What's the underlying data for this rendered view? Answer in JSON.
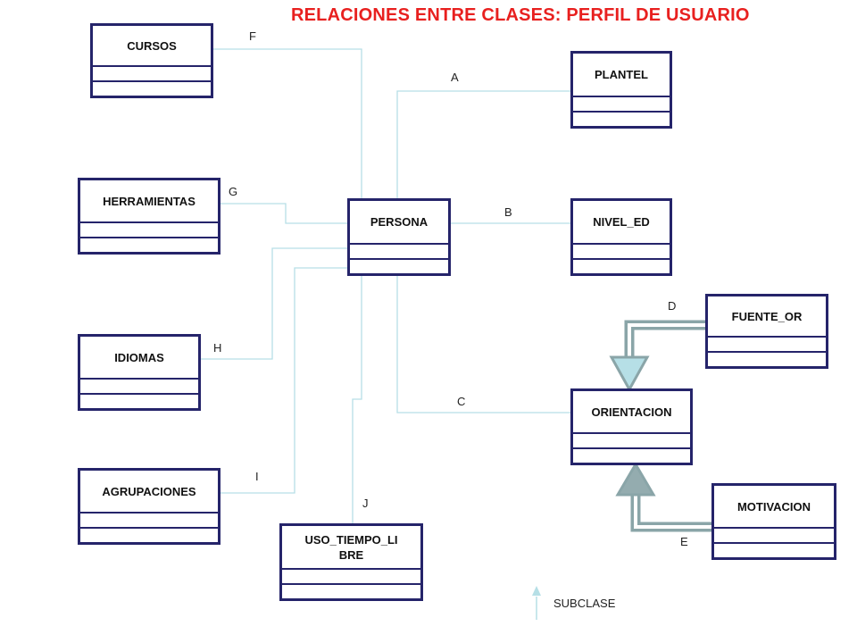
{
  "title": "RELACIONES ENTRE CLASES: PERFIL DE USUARIO",
  "classes": {
    "cursos": "CURSOS",
    "herramientas": "HERRAMIENTAS",
    "idiomas": "IDIOMAS",
    "agrupaciones": "AGRUPACIONES",
    "persona": "PERSONA",
    "uso_tiempo_libre": "USO_TIEMPO_LI BRE",
    "plantel": "PLANTEL",
    "nivel_ed": "NIVEL_ED",
    "fuente_or": "FUENTE_OR",
    "orientacion": "ORIENTACION",
    "motivacion": "MOTIVACION"
  },
  "relations": {
    "a": "A",
    "b": "B",
    "c": "C",
    "d": "D",
    "e": "E",
    "f": "F",
    "g": "G",
    "h": "H",
    "i": "I",
    "j": "J"
  },
  "legend": {
    "subclase": "SUBCLASE"
  },
  "colors": {
    "title": "#e8201f",
    "box_border": "#25246a",
    "association": "#b6dfe6",
    "subclass_arrow": "#8aa5a8"
  }
}
